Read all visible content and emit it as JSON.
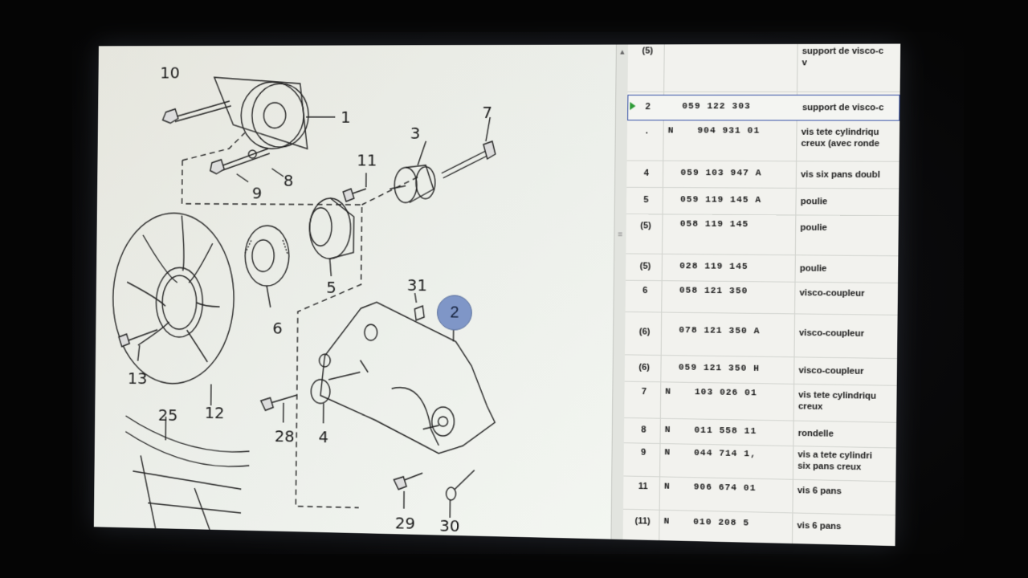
{
  "diagram": {
    "callouts": [
      "10",
      "1",
      "3",
      "7",
      "11",
      "8",
      "9",
      "5",
      "6",
      "31",
      "2",
      "13",
      "12",
      "25",
      "28",
      "4",
      "29",
      "30"
    ],
    "highlight_badge": "2"
  },
  "parts_table": {
    "rows": [
      {
        "pos": "(5)",
        "flag": "",
        "part": "",
        "desc": "support de visco-c\nv"
      },
      {
        "pos": "2",
        "flag": "",
        "part": "059  122  303",
        "desc": "support de visco-c"
      },
      {
        "pos": ".",
        "flag": "N",
        "part": "904  931  01",
        "desc": "vis tete cylindriqu\ncreux (avec ronde"
      },
      {
        "pos": "4",
        "flag": "",
        "part": "059  103  947  A",
        "desc": "vis six pans doubl"
      },
      {
        "pos": "5",
        "flag": "",
        "part": "059  119  145  A",
        "desc": "poulie"
      },
      {
        "pos": "(5)",
        "flag": "",
        "part": "058  119  145",
        "desc": "poulie"
      },
      {
        "pos": "(5)",
        "flag": "",
        "part": "028  119  145",
        "desc": "poulie"
      },
      {
        "pos": "6",
        "flag": "",
        "part": "058  121  350",
        "desc": "visco-coupleur"
      },
      {
        "pos": "(6)",
        "flag": "",
        "part": "078  121  350  A",
        "desc": "visco-coupleur"
      },
      {
        "pos": "(6)",
        "flag": "",
        "part": "059  121  350  H",
        "desc": "visco-coupleur"
      },
      {
        "pos": "7",
        "flag": "N",
        "part": "103  026  01",
        "desc": "vis tete cylindriqu\ncreux"
      },
      {
        "pos": "8",
        "flag": "N",
        "part": "011  558  11",
        "desc": "rondelle"
      },
      {
        "pos": "9",
        "flag": "N",
        "part": "044  714  1,",
        "desc": "vis a tete cylindri\nsix pans creux"
      },
      {
        "pos": "11",
        "flag": "N",
        "part": "906  674  01",
        "desc": "vis 6 pans"
      },
      {
        "pos": "(11)",
        "flag": "N",
        "part": "010  208  5",
        "desc": "vis 6 pans"
      }
    ]
  },
  "colors": {
    "badge": "#7f96c7",
    "selection_border": "#3a54a8",
    "selection_marker": "#2d9b37"
  }
}
